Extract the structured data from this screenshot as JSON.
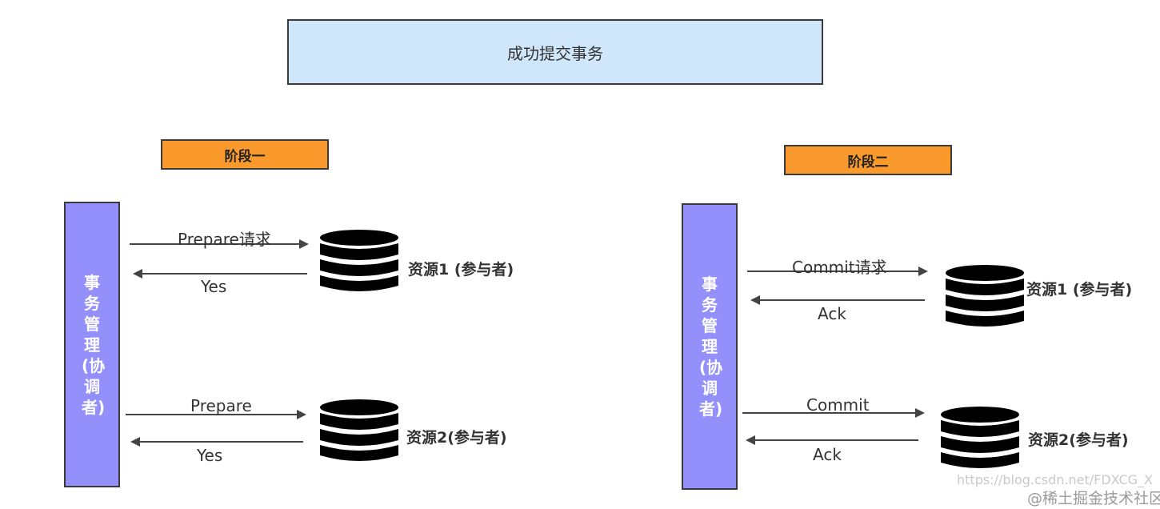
{
  "title": "成功提交事务",
  "phases": [
    {
      "label": "阶段一",
      "coordinator": "事务管理(协调者)",
      "resources": [
        {
          "request": "Prepare请求",
          "response": "Yes",
          "name": "资源1 (参与者)"
        },
        {
          "request": "Prepare",
          "response": "Yes",
          "name": "资源2(参与者)"
        }
      ]
    },
    {
      "label": "阶段二",
      "coordinator": "事务管理(协调者)",
      "resources": [
        {
          "request": "Commit请求",
          "response": "Ack",
          "name": "资源1 (参与者)"
        },
        {
          "request": "Commit",
          "response": "Ack",
          "name": "资源2(参与者)"
        }
      ]
    }
  ],
  "watermark_url": "https://blog.csdn.net/FDXCG_X",
  "watermark_site": "@稀土掘金技术社区",
  "colors": {
    "title_fill": "#cfe6fb",
    "phase_fill": "#fa9a2c",
    "coordinator_fill": "#9490fb",
    "database": "#000000"
  }
}
